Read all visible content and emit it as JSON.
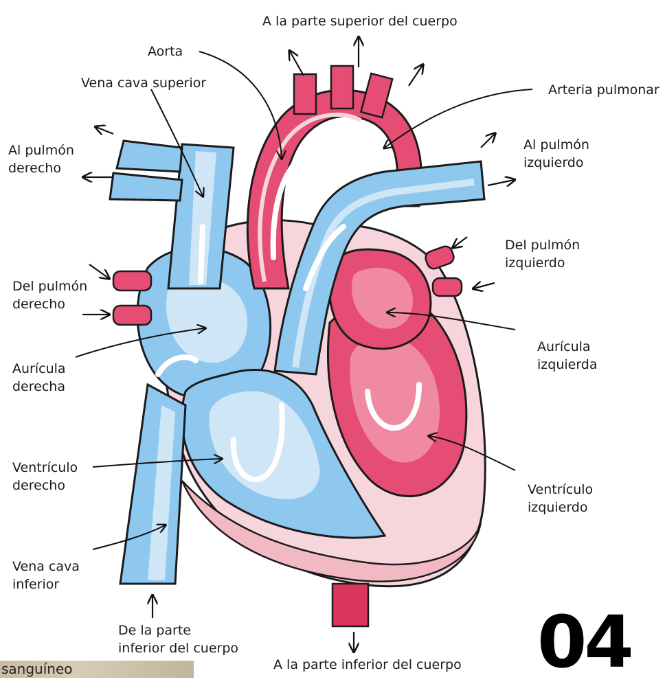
{
  "labels": {
    "upper_body": "A la parte superior del cuerpo",
    "aorta": "Aorta",
    "sup_vena_cava": "Vena cava superior",
    "pulmonary_artery": "Arteria pulmonar",
    "to_right_lung_1": "Al pulmón",
    "to_right_lung_2": "derecho",
    "to_left_lung_1": "Al pulmón",
    "to_left_lung_2": "izquierdo",
    "from_left_lung_1": "Del pulmón",
    "from_left_lung_2": "izquierdo",
    "from_right_lung_1": "Del pulmón",
    "from_right_lung_2": "derecho",
    "left_atrium_1": "Aurícula",
    "left_atrium_2": "izquierda",
    "right_atrium_1": "Aurícula",
    "right_atrium_2": "derecha",
    "right_ventricle_1": "Ventrículo",
    "right_ventricle_2": "derecho",
    "left_ventricle_1": "Ventrículo",
    "left_ventricle_2": "izquierdo",
    "inf_vena_cava_1": "Vena cava",
    "inf_vena_cava_2": "inferior",
    "lower_body_from_1": "De la parte",
    "lower_body_from_2": "inferior del cuerpo",
    "lower_body_to": "A la parte inferior del cuerpo"
  },
  "overlay": {
    "strip_text": "sanguíneo",
    "big_text": "04"
  },
  "colors": {
    "blue_light": "#cfe6f7",
    "blue": "#8ec8ef",
    "blue_dark": "#5fa9e0",
    "pink_light": "#f6d6dc",
    "pink": "#ec5b7d",
    "pink_dark": "#d8365d",
    "wall": "#f2c9cf"
  }
}
